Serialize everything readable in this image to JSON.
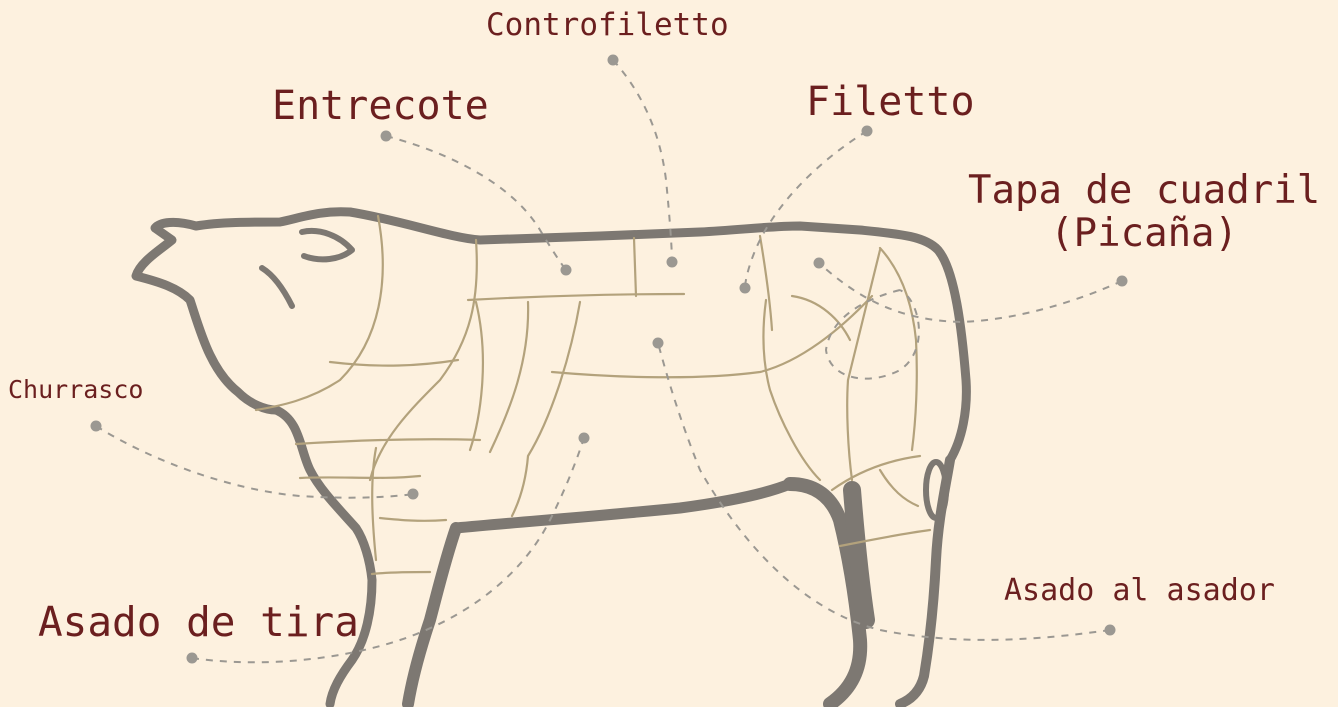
{
  "labels": {
    "controfiletto": "Controfiletto",
    "entrecote": "Entrecote",
    "filetto": "Filetto",
    "tapa_line1": "Tapa de cuadril",
    "tapa_line2": "(Picaña)",
    "churrasco": "Churrasco",
    "asado_de_tira": "Asado de tira",
    "asado_al_asador": "Asado al asador"
  },
  "colors": {
    "background": "#fdf1df",
    "label_text": "#6b1f1f",
    "outline": "#7d7872",
    "cut_lines": "#b3a27c",
    "leader_lines": "#9b9892"
  }
}
